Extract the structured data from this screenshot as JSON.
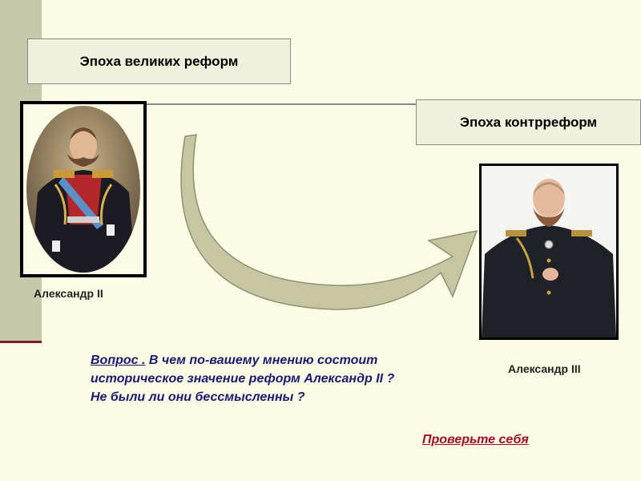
{
  "headings": {
    "great_reforms": "Эпоха великих реформ",
    "counter_reforms": "Эпоха контрреформ"
  },
  "portraits": {
    "alexander_ii": {
      "caption": "Александр II"
    },
    "alexander_iii": {
      "caption": "Александр III"
    }
  },
  "question": {
    "lead": "Вопрос .",
    "body": " В чем по-вашему мнению состоит историческое значение реформ Александр II ? Не были ли они бессмысленны ?"
  },
  "check_link": "Проверьте себя",
  "colors": {
    "background": "#fcfbe6",
    "side_bar": "#c8c8aa",
    "accent_rule": "#7a1a2e",
    "label_box": "#f0f0dc",
    "question_text": "#1a1a6e",
    "link_text": "#a00e2a",
    "arrow_fill": "#c6c7a2"
  }
}
